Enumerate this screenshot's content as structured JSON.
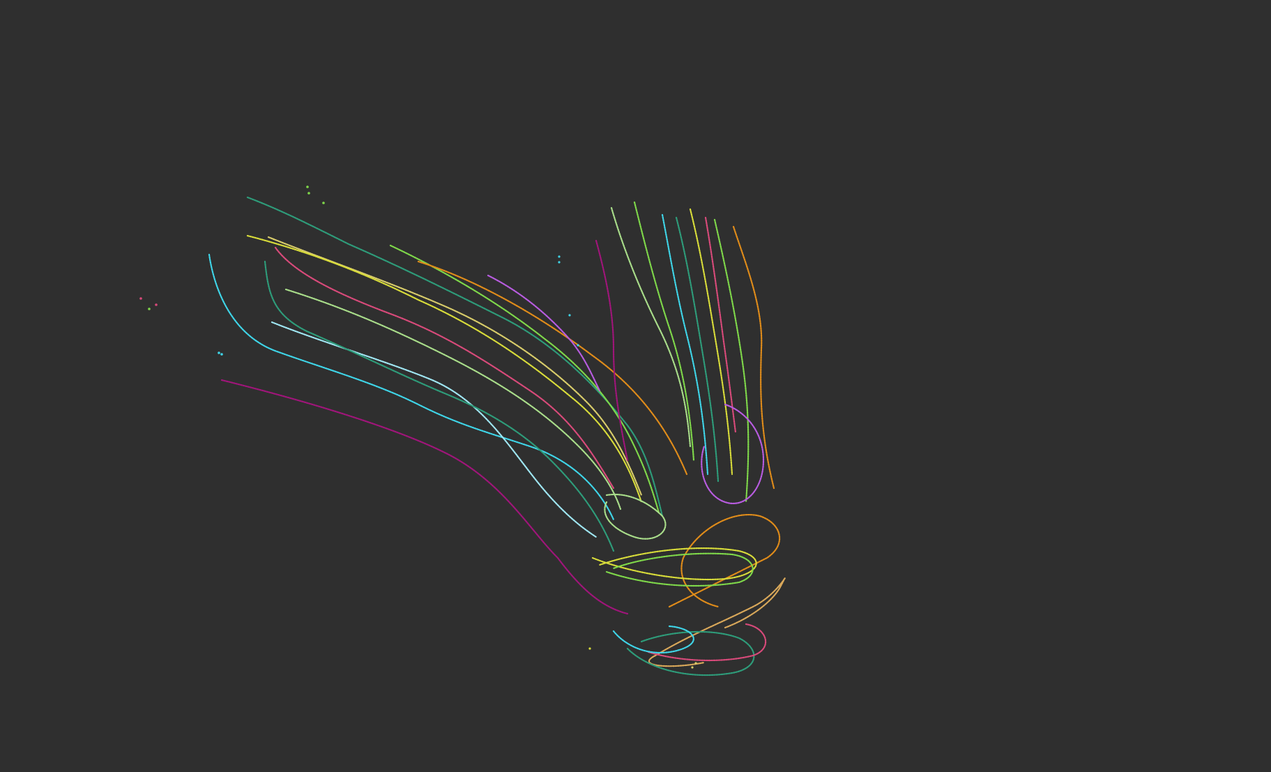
{
  "view": {
    "background_color": "#2f2f2f"
  },
  "palette": {
    "cyan": "#3fd5e8",
    "light_cyan": "#9fe6f2",
    "teal": "#2e9c7a",
    "green": "#7fd84a",
    "light_green": "#a9dd8a",
    "yellow": "#d8dc3a",
    "khaki": "#d8cc6a",
    "orange": "#e08c1a",
    "tan": "#d9a85a",
    "magenta": "#a0157a",
    "pink": "#d84a7a",
    "violet": "#b85ce0"
  },
  "trajectories": [
    {
      "name": "trajectory-magenta-arc",
      "color_key": "magenta"
    },
    {
      "name": "trajectory-cyan-long",
      "color_key": "cyan"
    },
    {
      "name": "trajectory-light-cyan",
      "color_key": "light_cyan"
    },
    {
      "name": "trajectory-teal-upper",
      "color_key": "teal"
    },
    {
      "name": "trajectory-teal-left",
      "color_key": "teal"
    },
    {
      "name": "trajectory-pink",
      "color_key": "pink"
    },
    {
      "name": "trajectory-khaki-upper",
      "color_key": "khaki"
    },
    {
      "name": "trajectory-yellow-upper",
      "color_key": "yellow"
    },
    {
      "name": "trajectory-green-upper",
      "color_key": "green"
    },
    {
      "name": "trajectory-orange-upper",
      "color_key": "orange"
    },
    {
      "name": "trajectory-violet-dots",
      "color_key": "violet"
    },
    {
      "name": "trajectory-light-green-mid",
      "color_key": "light_green"
    },
    {
      "name": "trajectory-magenta-vertical",
      "color_key": "magenta"
    },
    {
      "name": "trajectory-light-green-vertical",
      "color_key": "light_green"
    },
    {
      "name": "trajectory-green-vertical",
      "color_key": "green"
    },
    {
      "name": "trajectory-cyan-vertical",
      "color_key": "cyan"
    },
    {
      "name": "trajectory-teal-vertical",
      "color_key": "teal"
    },
    {
      "name": "trajectory-yellow-vertical",
      "color_key": "yellow"
    },
    {
      "name": "trajectory-pink-vertical",
      "color_key": "pink"
    },
    {
      "name": "trajectory-green-vertical-2",
      "color_key": "green"
    },
    {
      "name": "trajectory-orange-vertical",
      "color_key": "orange"
    },
    {
      "name": "trajectory-violet-loop",
      "color_key": "violet"
    },
    {
      "name": "loop-orange",
      "color_key": "orange"
    },
    {
      "name": "loop-tan",
      "color_key": "tan"
    },
    {
      "name": "loop-yellow",
      "color_key": "yellow"
    },
    {
      "name": "loop-green",
      "color_key": "green"
    },
    {
      "name": "loop-teal-bottom",
      "color_key": "teal"
    },
    {
      "name": "loop-pink-bottom",
      "color_key": "pink"
    },
    {
      "name": "loop-cyan-bottom",
      "color_key": "cyan"
    },
    {
      "name": "cluster-light-green",
      "color_key": "light_green"
    }
  ]
}
